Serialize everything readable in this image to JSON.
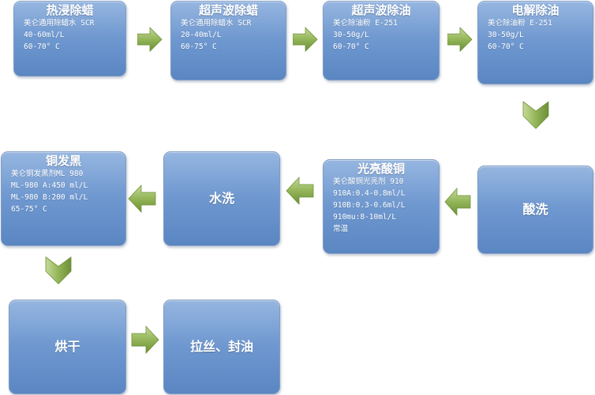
{
  "steps": [
    {
      "title": "热浸除蜡",
      "lines": [
        "美仑通用除蜡水 SCR",
        "40-60ml/L",
        "60-70° C"
      ]
    },
    {
      "title": "超声波除蜡",
      "lines": [
        "美仑通用除蜡水 SCR",
        "20-40ml/L",
        "60-75° C"
      ]
    },
    {
      "title": "超声波除油",
      "lines": [
        "美仑除油粉 E-251",
        "30-50g/L",
        "60-70° C"
      ]
    },
    {
      "title": "电解除油",
      "lines": [
        "美仑除油粉 E-251",
        "30-50g/L",
        "60-70° C"
      ]
    },
    {
      "title": "酸洗",
      "lines": []
    },
    {
      "title": "光亮酸铜",
      "lines": [
        "美仑酸铜光亮剂 910",
        "910A:0.4-0.8ml/L",
        "910B:0.3-0.6ml/L",
        "910mu:8-10ml/L",
        "常温"
      ]
    },
    {
      "title": "水洗",
      "lines": []
    },
    {
      "title": "铜发黑",
      "lines": [
        "美仑铜发黑剂ML 980",
        "ML-980 A:450 ml/L",
        "ML-980 B:200 ml/L",
        "65-75° C"
      ]
    },
    {
      "title": "烘干",
      "lines": []
    },
    {
      "title": "拉丝、封油",
      "lines": []
    }
  ],
  "colors": {
    "box_top": "#96b6e0",
    "box_bottom": "#5a86c2",
    "arrow_light": "#b9d089",
    "arrow_dark": "#6f9138"
  }
}
